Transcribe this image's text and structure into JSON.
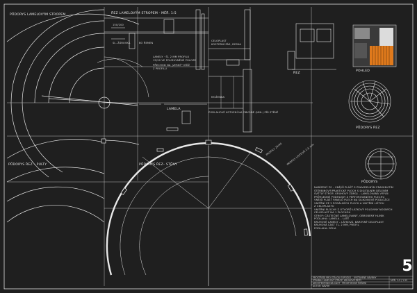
{
  "titles": {
    "plan_top": "PŮDORYS LAMELOVÝM STROPEM",
    "section_top": "ŘEZ LAMELOVÝM STROPEM · MĚŘ. 1:5",
    "section_small": "ŘEZ",
    "view_pohled": "POHLED",
    "plan_rez_right": "PŮDORYS ŘEZ",
    "plan_small": "PŮDORYS",
    "plan_rez_pulty": "PŮDORYS ŘEZ – PULTY",
    "plan_rez_steny": "PŮDORYS ŘEZ– STĚNY",
    "lamela": "LAMELA"
  },
  "annotations": {
    "lamely": "LAMELY · ŠÍ. 2 MM PROFILU",
    "lamely2": "15/20 VE POURUVNĚNÉ POLOZE",
    "prechod": "PŘECHOD NA „VERNÝ“ KŘÍŽ",
    "profil": "Z PROFILU",
    "celoplast": "CELOPLAST",
    "celoplast2": "KOSTERNÍ PÁS, DESKA",
    "mozek": "MOŽENKA",
    "podlaha": "PODLAHOVÉ KOTVENÍ NA OBVODÉ (MIN.) PŘI STĚNĚ",
    "profil_arc": "PROFILY 20/40",
    "profil_arc2": "PROFILY LISTOVÉ 2,5 mm",
    "mark1": "150/200",
    "mark2": "SL. ŽÁRUVKA",
    "mark3": "BO ŘEMEN"
  },
  "notes": [
    "NABÍZENÝ PS – VNĚJŠÍ PLÁŠŤ S PRAVIDELNÝM PRASKNUTÍM",
    "ŠTĚRBINOVÝ/PRAKTICKÝ PLOCH S DIGITÁLNÍM DĚLENÍM",
    "SVĚTLÝ STROP, KRUHOVÝ ZDROJ – LAMELOVANÁ VÝPLŇ",
    "PRŮHLEDNÉ PODHLEDY Z PERFOROVANÉHO PLECHU",
    "VNĚJŠÍ PLÁŠŤ PANELŮ PLECH NA SILIKONOVÉ PODLOŽCE",
    "VNITŘNÍ ZE 2 PODÁLNÝCH PLOCH A VNITŘNÍ LIŠTOU",
    "Z CELOPLASTU",
    "VNITŘNÍ PLOCHY Z OTVORŮ LÁTKOVÝ POLOVINY NOSNÝCH",
    "CELOPLAST NA 1 PLOCHOU",
    "STROP: ČÁSTEČNĚ LAMELOVANÝ, OBROBENÝ HLINÍK",
    "PODLAHA: LAMELA – LATĚ",
    "KRUHOVÉ LAMELY – LÁTKOVÁ, BAREVNÝ CELOPLAST",
    "KRUHOVÁ ČÁST TL. 2 MM, PROFIL",
    "PODLAHA: DÝHA"
  ],
  "title_block": {
    "row1": "PROSTŘEDÍ PRO STÁLOU EXPOZICI – VYSTAVENÉ NÁVRHY",
    "row2": "STAVBA: LAMELOVÝ STROP, KRUHOVÉ ŘEZY",
    "row3": "ARCHITEKTONICKÁ ČÁST · PROSTOROVÉ ŘEŠENÍ",
    "row4": "AUTOR: NÁVRH",
    "row5": "MĚŘ. 1:5 / 1:25",
    "sheet_number": "5"
  },
  "colors": {
    "background": "#1f1f1f",
    "line": "#e8e8e8",
    "accent_orange": "#e07a1c"
  }
}
